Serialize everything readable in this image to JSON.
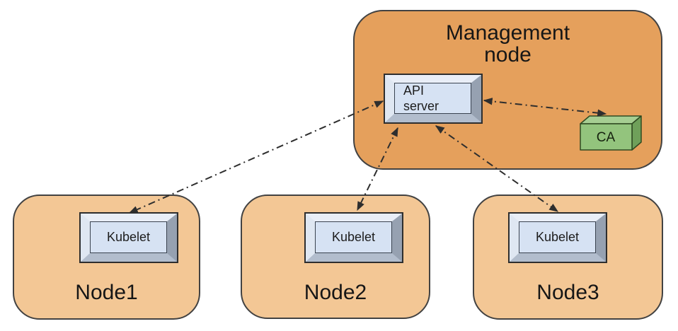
{
  "diagram": {
    "management_node": {
      "title": "Management node",
      "api_server_label": "API server",
      "ca_label": "CA"
    },
    "nodes": [
      {
        "label": "Node1",
        "component_label": "Kubelet"
      },
      {
        "label": "Node2",
        "component_label": "Kubelet"
      },
      {
        "label": "Node3",
        "component_label": "Kubelet"
      }
    ],
    "connections": [
      {
        "from": "API server",
        "to": "Kubelet (Node1)",
        "style": "dash-dot",
        "bidirectional": true
      },
      {
        "from": "API server",
        "to": "Kubelet (Node2)",
        "style": "dash-dot",
        "bidirectional": true
      },
      {
        "from": "API server",
        "to": "Kubelet (Node3)",
        "style": "dash-dot",
        "bidirectional": true
      },
      {
        "from": "API server",
        "to": "CA",
        "style": "dash-dot",
        "bidirectional": true
      }
    ],
    "colors": {
      "management_fill": "#E5A05C",
      "worker_node_fill": "#F3C795",
      "component_face": "#D6E2F3",
      "component_bevel_dark": "#96A1B1",
      "ca_face": "#93C47D",
      "outline": "#424242",
      "arrow": "#2E2E2E",
      "background": "#FFFFFF"
    }
  }
}
